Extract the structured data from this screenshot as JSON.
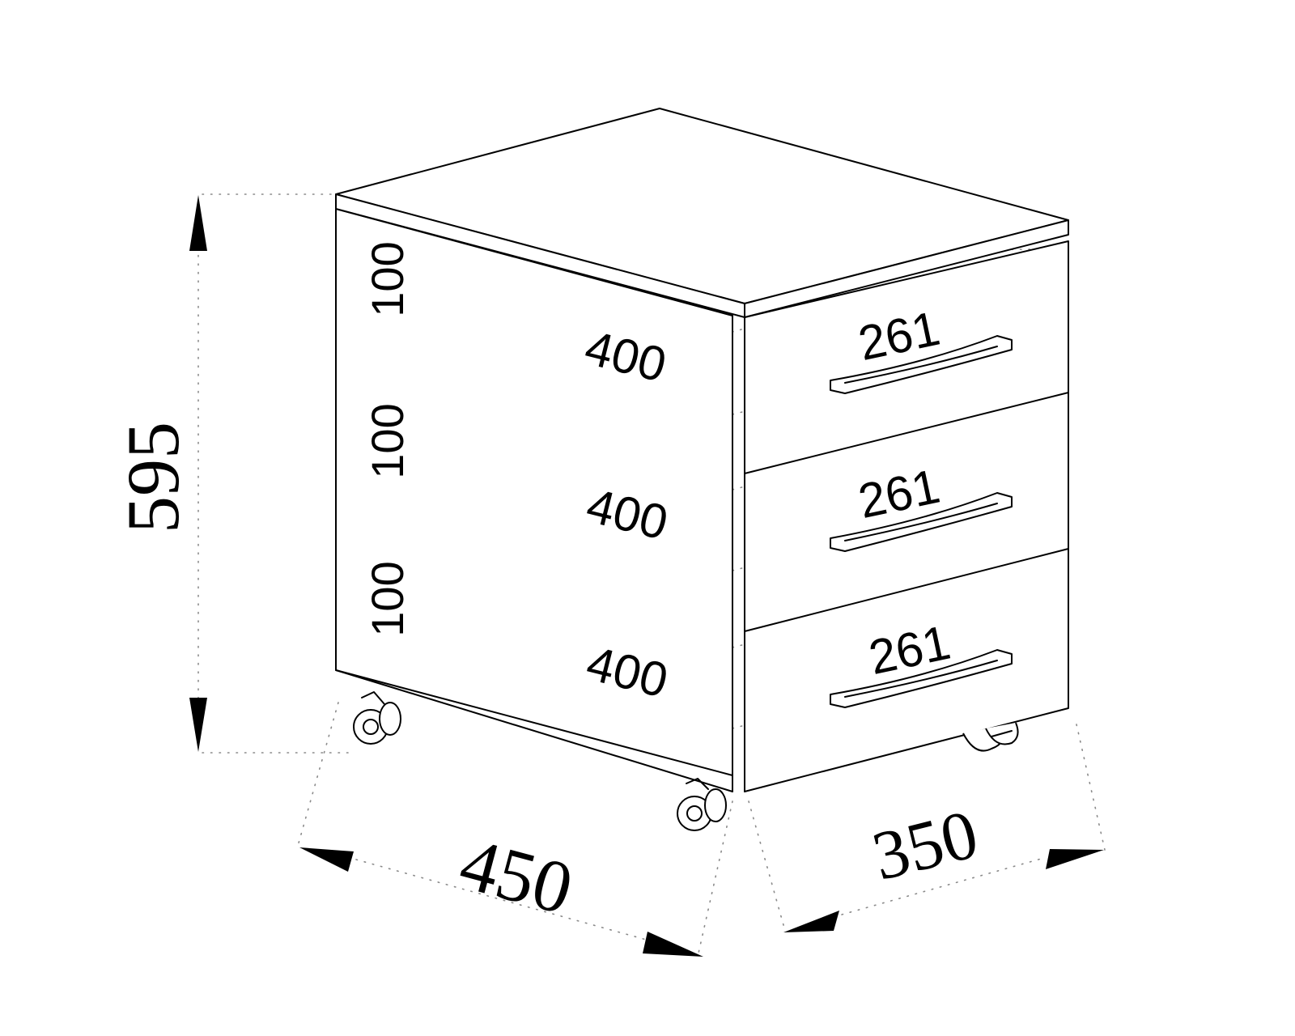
{
  "colors": {
    "line": "#000000",
    "hidden_line": "#8a8a8a",
    "background": "#ffffff"
  },
  "dimensions": {
    "overall_height": "595",
    "overall_width": "450",
    "overall_depth": "350"
  },
  "drawers": [
    {
      "height": "100",
      "depth": "400",
      "handle": "261"
    },
    {
      "height": "100",
      "depth": "400",
      "handle": "261"
    },
    {
      "height": "100",
      "depth": "400",
      "handle": "261"
    }
  ]
}
